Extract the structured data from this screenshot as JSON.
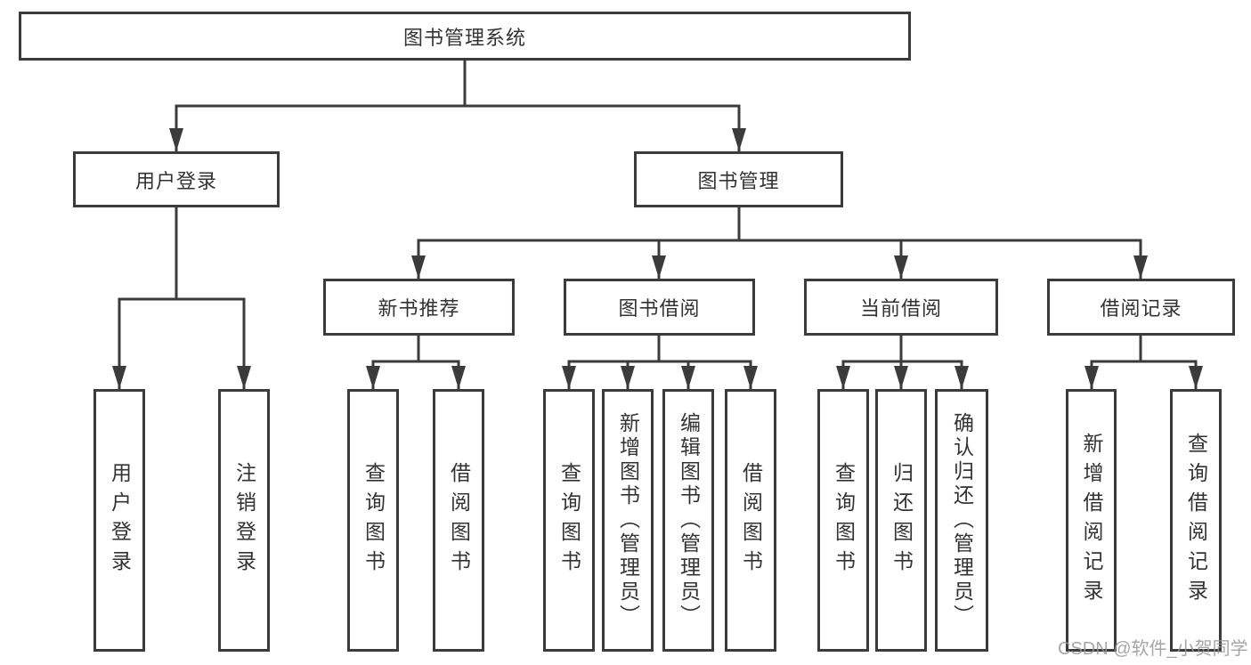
{
  "colors": {
    "line": "#3b3b3b",
    "box_border": "#3b3b3b",
    "text": "#333333",
    "background": "#ffffff",
    "watermark": "#969696"
  },
  "watermark": {
    "text": "CSDN @软件_小贺同学"
  },
  "tree": {
    "root": {
      "label": "图书管理系统"
    },
    "branches": [
      {
        "label": "用户登录",
        "children": [
          {
            "label": "用户登录"
          },
          {
            "label": "注销登录"
          }
        ]
      },
      {
        "label": "图书管理",
        "children": [
          {
            "label": "新书推荐",
            "children": [
              {
                "label": "查询图书"
              },
              {
                "label": "借阅图书"
              }
            ]
          },
          {
            "label": "图书借阅",
            "children": [
              {
                "label": "查询图书"
              },
              {
                "label": "新增图书（管理员）"
              },
              {
                "label": "编辑图书（管理员）"
              },
              {
                "label": "借阅图书"
              }
            ]
          },
          {
            "label": "当前借阅",
            "children": [
              {
                "label": "查询图书"
              },
              {
                "label": "归还图书"
              },
              {
                "label": "确认归还（管理员）"
              }
            ]
          },
          {
            "label": "借阅记录",
            "children": [
              {
                "label": "新增借阅记录"
              },
              {
                "label": "查询借阅记录"
              }
            ]
          }
        ]
      }
    ]
  }
}
